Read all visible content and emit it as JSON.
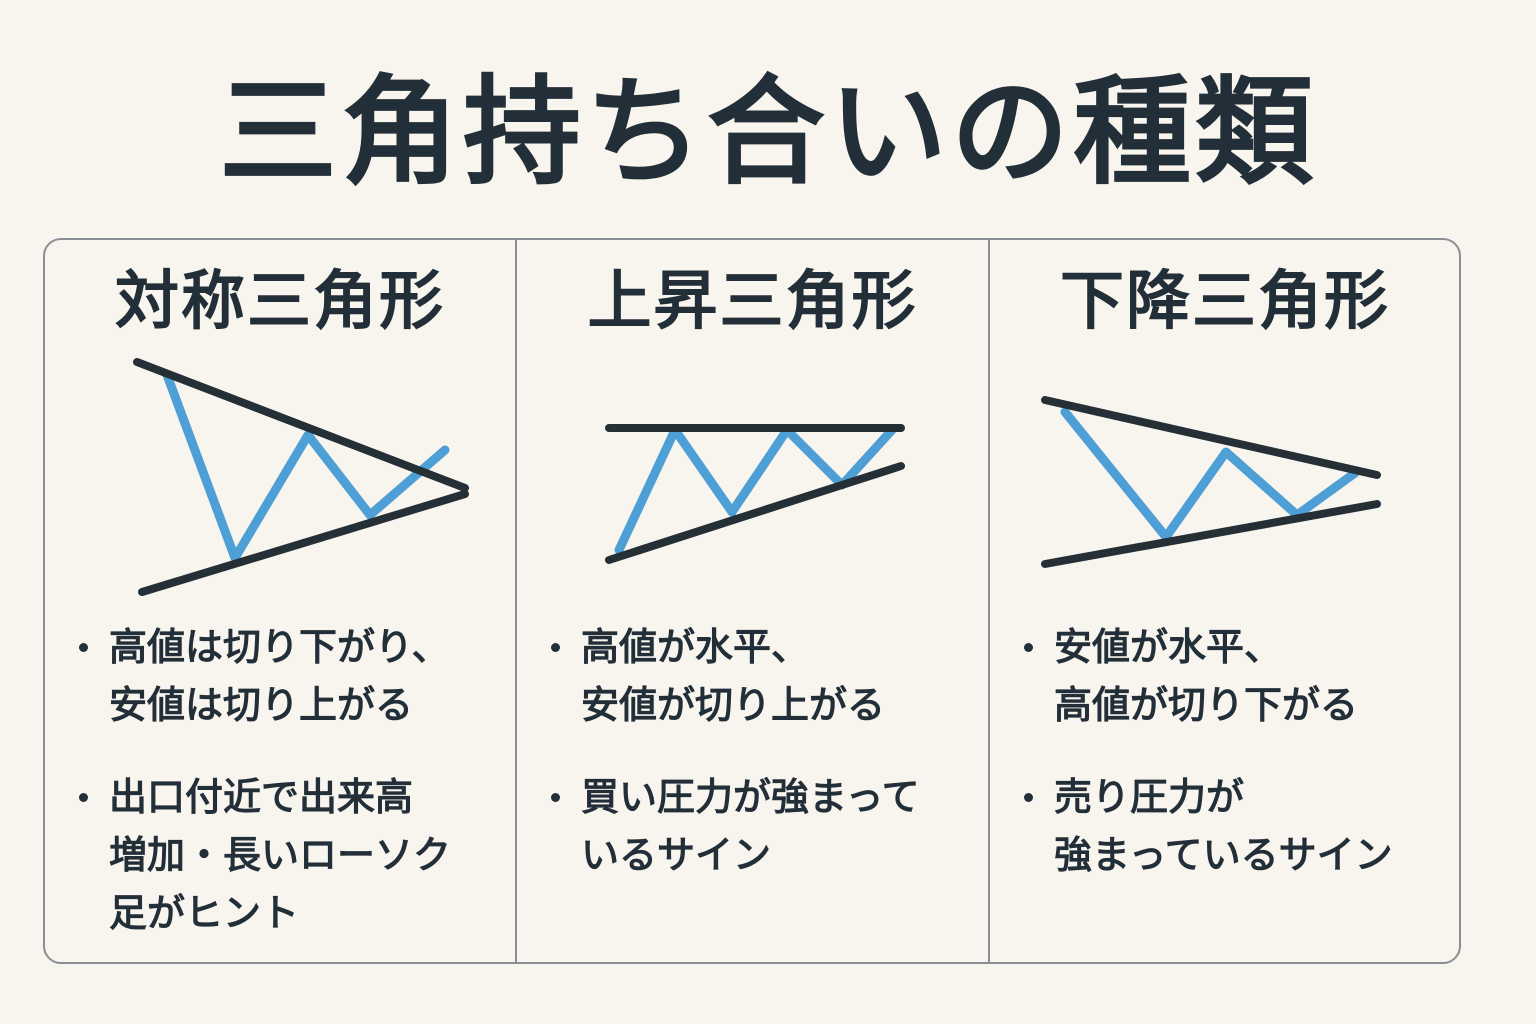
{
  "title": "三角持ち合いの種類",
  "colors": {
    "trendline": "#252f36",
    "price": "#4d9fd6",
    "background": "#f8f5ef",
    "border": "#8a8f94"
  },
  "panels": [
    {
      "heading": "対称三角形",
      "bullets": [
        {
          "lines": [
            "高値は切り下がり、",
            "安値は切り上がる"
          ]
        },
        {
          "lines": [
            "出口付近で出来高",
            "増加・長いローソク",
            "足がヒント"
          ]
        }
      ]
    },
    {
      "heading": "上昇三角形",
      "bullets": [
        {
          "lines": [
            "高値が水平、",
            "安値が切り上がる"
          ]
        },
        {
          "lines": [
            "買い圧力が強まって",
            "いるサイン"
          ]
        }
      ]
    },
    {
      "heading": "下降三角形",
      "bullets": [
        {
          "lines": [
            "安値が水平、",
            "高値が切り下がる"
          ]
        },
        {
          "lines": [
            "売り圧力が",
            "強まっているサイン"
          ]
        }
      ]
    }
  ]
}
